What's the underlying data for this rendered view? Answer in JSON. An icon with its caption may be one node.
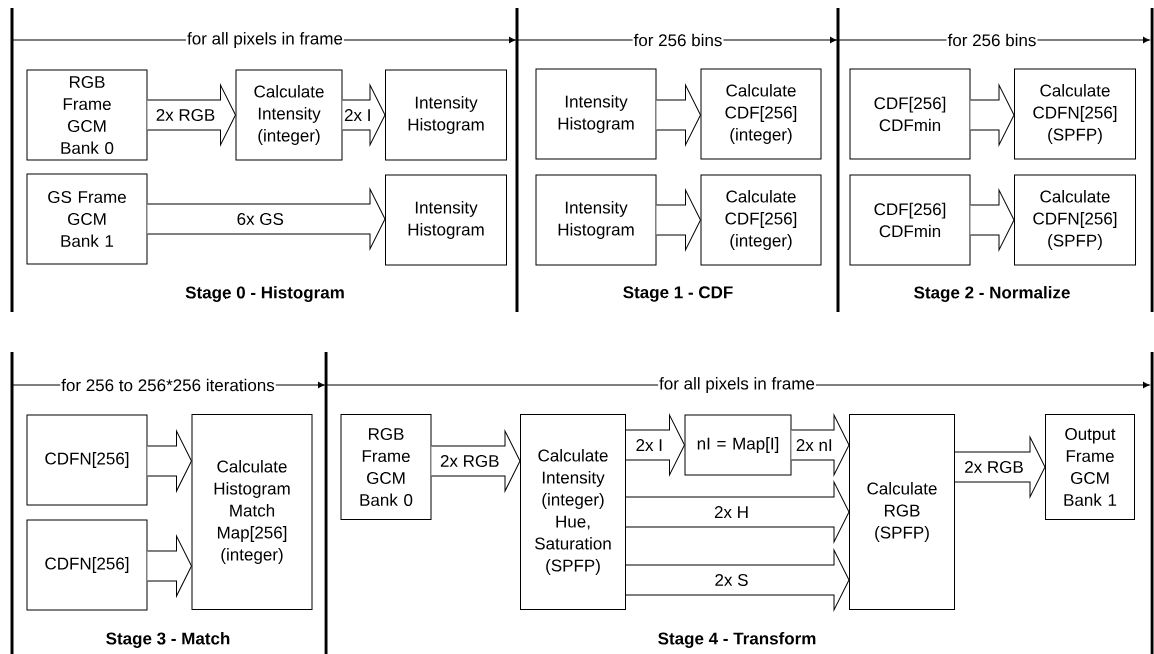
{
  "diagram": {
    "nodes": [
      {
        "text": [
          "RGB Frame GCM Bank 0"
        ]
      },
      {
        "text": [
          "Calculate Intensity (integer)"
        ]
      },
      {
        "text": [
          "Intensity Histogram"
        ]
      },
      {
        "text": [
          "GS Frame GCM Bank 1"
        ]
      },
      {
        "text": [
          "Intensity Histogram"
        ]
      },
      {
        "text": [
          "Intensity Histogram"
        ]
      },
      {
        "text": [
          "Calculate CDF[256] (integer)"
        ]
      },
      {
        "text": [
          "Intensity Histogram"
        ]
      },
      {
        "text": [
          "Calculate CDF[256] (integer)"
        ]
      },
      {
        "text": [
          "CDF[256] CDFmin"
        ]
      },
      {
        "text": [
          "Calculate CDFN[256] (SPFP)"
        ]
      },
      {
        "text": [
          "CDF[256] CDFmin"
        ]
      },
      {
        "text": [
          "Calculate CDFN[256] (SPFP)"
        ]
      },
      {
        "text": [
          "CDFN[256]"
        ]
      },
      {
        "text": [
          "CDFN[256]"
        ]
      },
      {
        "text": [
          "Calculate Histogram Match Map[256] (integer)"
        ]
      },
      {
        "text": [
          "RGB Frame GCM Bank 0"
        ]
      },
      {
        "text": [
          "Calculate Intensity (integer) Hue, Saturation (SPFP)"
        ]
      },
      {
        "text": [
          "nI = Map[I]"
        ]
      },
      {
        "text": [
          "Calculate RGB (SPFP)"
        ]
      },
      {
        "text": [
          "Output Frame GCM Bank 1"
        ]
      }
    ],
    "edges": [
      {
        "from": 0,
        "to": 1,
        "arrow": "to",
        "label": "2x RGB"
      },
      {
        "from": 1,
        "to": 2,
        "arrow": "to",
        "label": "2x I"
      },
      {
        "from": 3,
        "to": 4,
        "arrow": "to",
        "label": "6x GS"
      },
      {
        "from": 5,
        "to": 6,
        "arrow": "to"
      },
      {
        "from": 7,
        "to": 8,
        "arrow": "to"
      },
      {
        "from": 9,
        "to": 10,
        "arrow": "to"
      },
      {
        "from": 11,
        "to": 12,
        "arrow": "to"
      },
      {
        "from": 13,
        "to": 15,
        "arrow": "to"
      },
      {
        "from": 14,
        "to": 15,
        "arrow": "to"
      },
      {
        "from": 16,
        "to": 17,
        "arrow": "to",
        "label": "2x RGB"
      },
      {
        "from": 17,
        "to": 18,
        "arrow": "to",
        "label": "2x I"
      },
      {
        "from": 18,
        "to": 19,
        "arrow": "to",
        "label": "2x nI"
      },
      {
        "from": 17,
        "to": 19,
        "arrow": "to",
        "label": "2x H"
      },
      {
        "from": 17,
        "to": 19,
        "arrow": "to",
        "label": "2x S"
      },
      {
        "from": 19,
        "to": 20,
        "arrow": "to",
        "label": "2x RGB"
      }
    ],
    "labels": [
      "for all pixels in frame",
      "for 256 bins",
      "for 256 bins",
      "Stage 0 - Histogram",
      "Stage 1 - CDF",
      "Stage 2 - Normalize",
      "for 256 to 256*256 iterations",
      "for all pixels in frame",
      "Stage 3 - Match",
      "Stage 4 - Transform"
    ]
  }
}
